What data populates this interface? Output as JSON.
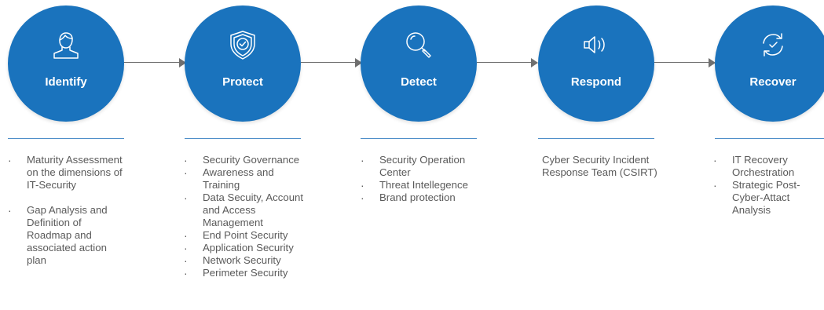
{
  "colors": {
    "circle": "#1a73bd",
    "rule": "#4f8fc9",
    "connector": "#6f6f6f",
    "text": "#5a5a5a"
  },
  "stages": [
    {
      "label": "Identify",
      "icon": "person-icon",
      "items": [
        "Maturity Assessment on the dimensions of IT-Security",
        "Gap Analysis and Definition of Roadmap and associated action plan"
      ]
    },
    {
      "label": "Protect",
      "icon": "shield-check-icon",
      "items": [
        "Security Governance",
        "Awareness and Training",
        "Data Secuity, Account and Access Management",
        "End Point Security",
        "Application Security",
        "Network Security",
        "Perimeter Security"
      ]
    },
    {
      "label": "Detect",
      "icon": "magnifier-icon",
      "items": [
        "Security Operation Center",
        "Threat Intellegence",
        "Brand protection"
      ]
    },
    {
      "label": "Respond",
      "icon": "speaker-icon",
      "items": [
        "Cyber Security Incident Response Team (CSIRT)"
      ]
    },
    {
      "label": "Recover",
      "icon": "refresh-icon",
      "items": [
        "IT Recovery Orchestration",
        "Strategic Post-Cyber-Attact Analysis"
      ]
    }
  ]
}
